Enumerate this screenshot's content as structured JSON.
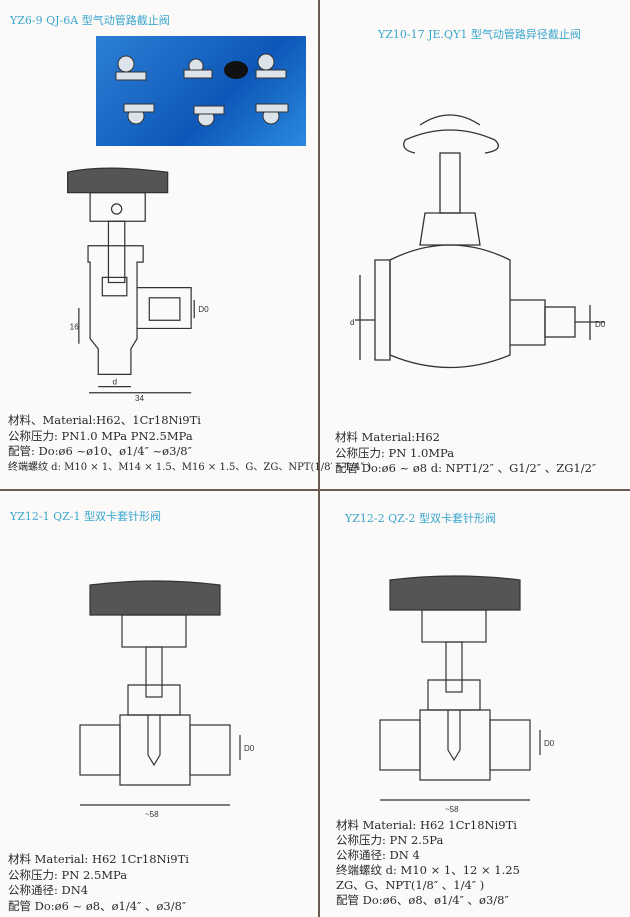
{
  "sections": [
    {
      "title": "YZ6-9 QJ-6A 型气动管路截止阀",
      "specs": [
        "材料、Material:H62、1Cr18Ni9Ti",
        "公称压力: PN1.0 MPa PN2.5MPa",
        "配管: Do:ø6 ~ø10、ø1/4″ ~ø3/8″",
        "终端螺纹 d: M10 × 1、M14 × 1.5、M16 × 1.5、G、ZG、NPT(1/8′ ~1/4″ )"
      ],
      "dims": [
        "16",
        "d",
        "34",
        "D0"
      ]
    },
    {
      "title": "YZ10-17 JE.QY1 型气动管路异径截止阀",
      "specs": [
        "材料 Material:H62",
        "公称压力: PN 1.0MPa",
        "配管 Do:ø6 ~ ø8   d: NPT1/2″ 、G1/2″ 、ZG1/2″"
      ],
      "dims": [
        "d",
        "D0"
      ]
    },
    {
      "title": "YZ12-1 QZ-1 型双卡套针形阀",
      "specs": [
        "材料 Material: H62 1Cr18Ni9Ti",
        "公称压力: PN 2.5MPa",
        "公称通径: DN4",
        "配管 Do:ø6 ~ ø8、ø1/4″ 、ø3/8″"
      ],
      "dims": [
        "~58",
        "D0"
      ]
    },
    {
      "title": "YZ12-2 QZ-2 型双卡套针形阀",
      "specs": [
        "材料 Material: H62 1Cr18Ni9Ti",
        "公称压力: PN 2.5Pa",
        "公称通径: DN 4",
        "终端螺纹 d: M10 × 1、12 × 1.25",
        "ZG、G、NPT(1/8″ 、1/4″ )",
        "配管 Do:ø6、ø8、ø1/4″ 、ø3/8″"
      ],
      "dims": [
        "~58",
        "D0"
      ]
    }
  ]
}
